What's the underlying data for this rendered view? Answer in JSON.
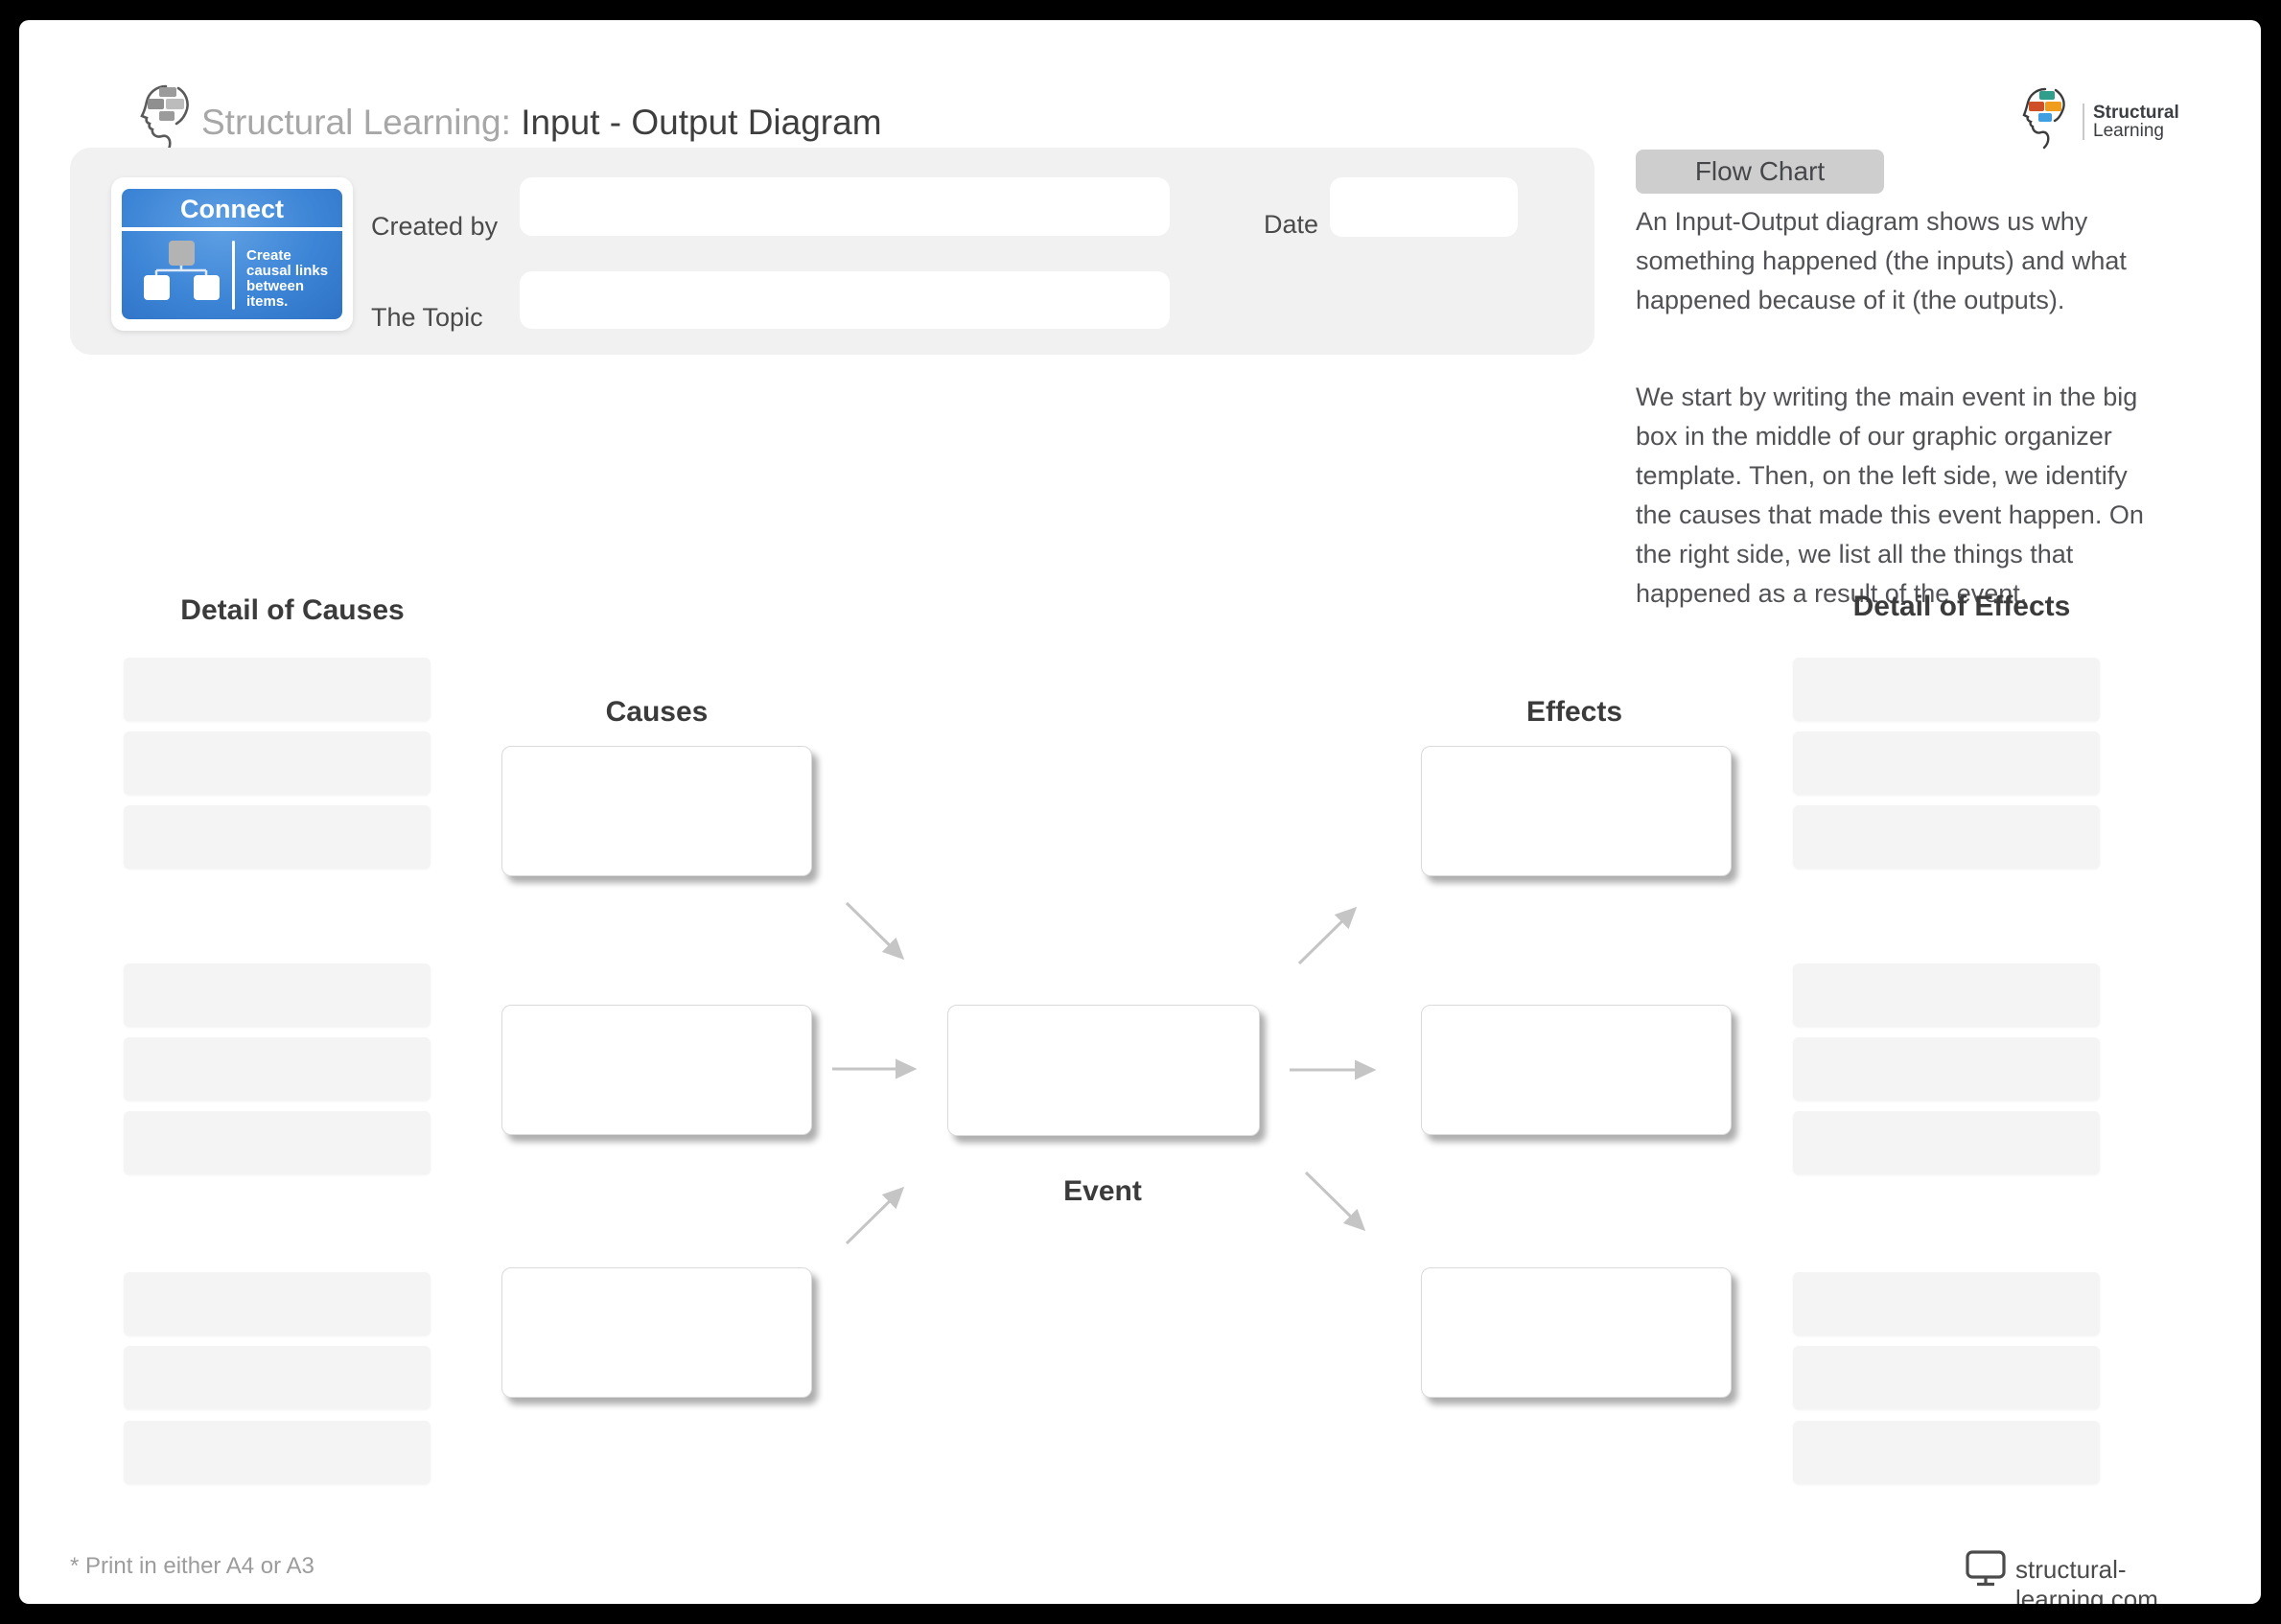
{
  "header": {
    "brand": "Structural Learning:",
    "title": "Input - Output Diagram"
  },
  "logo": {
    "line1": "Structural",
    "line2": "Learning"
  },
  "meta_panel": {
    "badge_title": "Connect",
    "badge_caption": "Create\ncausal links\nbetween\nitems.",
    "created_by_label": "Created by",
    "created_by_value": "",
    "topic_label": "The Topic",
    "topic_value": "",
    "date_label": "Date",
    "date_value": ""
  },
  "sidebar": {
    "flow_chart_label": "Flow Chart",
    "p1": "An Input-Output diagram shows us why\nsomething happened (the inputs) and what\nhappened because of it (the outputs).",
    "p2": "We start by writing the main event in the big\nbox in the middle of our graphic organizer\ntemplate. Then, on the left side, we identify\nthe causes that made this event happen. On\nthe right side, we list all the things that\nhappened as a result of the event."
  },
  "diagram": {
    "detail_of_causes": "Detail of Causes",
    "detail_of_effects": "Detail of Effects",
    "causes_label": "Causes",
    "effects_label": "Effects",
    "event_label": "Event"
  },
  "footer": {
    "print_note": "* Print in either A4 or A3",
    "website": "structural-learning.com"
  },
  "colors": {
    "accent_blue": "#3d85d6",
    "panel_gray": "#f1f1f2",
    "arrow_gray": "#c5c5c5",
    "logo_teal": "#2f9e8a",
    "logo_red": "#cf4f26",
    "logo_orange": "#f09c1d",
    "logo_blue": "#3f9fe0"
  }
}
